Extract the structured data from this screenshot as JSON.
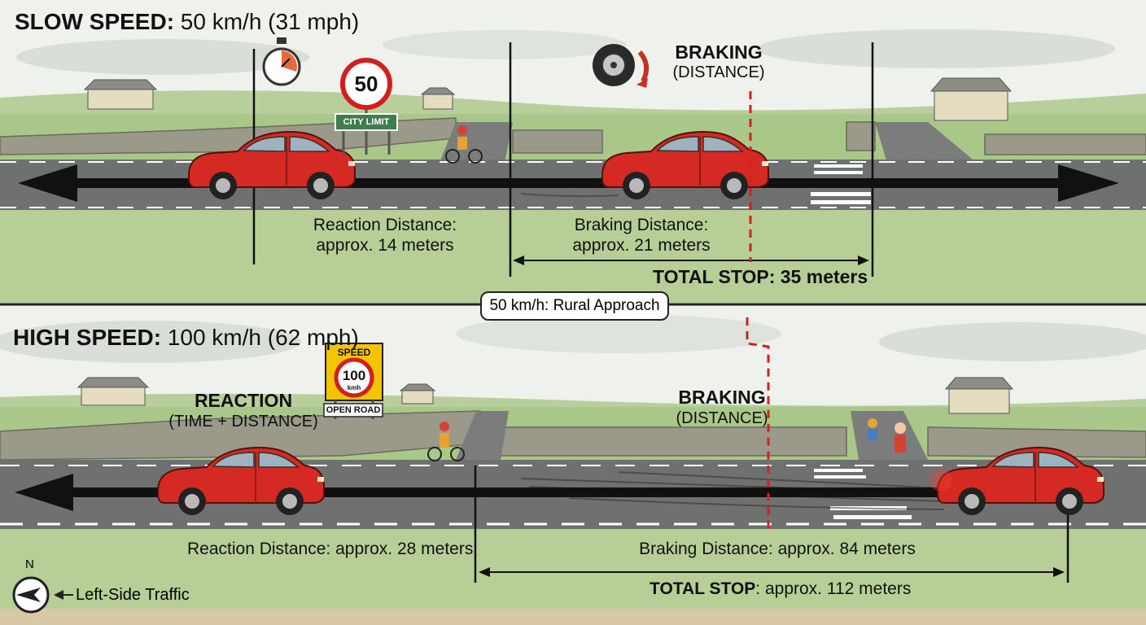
{
  "slow": {
    "title_bold": "SLOW SPEED:",
    "title_rest": " 50 km/h (31 mph)",
    "speed_sign": "50",
    "city_sign": "CITY LIMIT",
    "braking_heading": "BRAKING",
    "braking_sub": "(DISTANCE)",
    "reaction_line1": "Reaction Distance:",
    "reaction_line2": "approx. 14 meters",
    "braking_line1": "Braking Distance:",
    "braking_line2": "approx. 21 meters",
    "total_bold": "TOTAL STOP:",
    "total_rest": " 35 meters",
    "caption": "50 km/h: Rural Approach"
  },
  "fast": {
    "title_bold": "HIGH SPEED:",
    "title_rest": " 100 km/h (62 mph)",
    "speed_sign_top": "SPEED",
    "speed_sign_value": "100",
    "speed_sign_unit": "kmh",
    "open_road_sign": "OPEN ROAD",
    "reaction_heading": "REACTION",
    "reaction_sub": "(TIME + DISTANCE)",
    "braking_heading": "BRAKING",
    "braking_sub": "(DISTANCE)",
    "reaction_label": "Reaction Distance: approx. 28 meters",
    "braking_label": "Braking Distance: approx. 84 meters",
    "total_bold": "TOTAL STOP",
    "total_rest": ": approx. 112 meters"
  },
  "compass": {
    "north": "N",
    "label": "Left-Side Traffic"
  },
  "icons": [
    "stopwatch-icon",
    "tire-icon",
    "compass-icon"
  ],
  "colors": {
    "car": "#d42a23",
    "stop_line": "#d42020",
    "road": "#6f7170",
    "grass": "#a9c788"
  }
}
